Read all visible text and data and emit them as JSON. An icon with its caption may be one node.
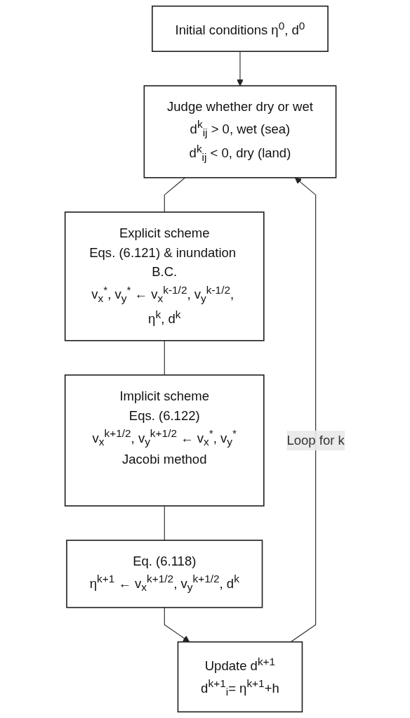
{
  "diagram": {
    "nodes": [
      {
        "text": [
          "Initial conditions η$^{0}$, d$^{0}$"
        ]
      },
      {
        "text": [
          "Judge whether dry or wet",
          "d$^{k}$$_{ij}$ > 0, wet (sea)",
          "d$^{k}$$_{ij}$ < 0, dry (land)"
        ]
      },
      {
        "text": [
          "Explicit scheme",
          "Eqs. (6.121) & inundation B.C.",
          "v$_{x}$$^{*}$, v$_{y}$$^{*}$ ← v$_{x}$$^{k-1/2}$, v$_{y}$$^{k-1/2}$, η$^{k}$, d$^{k}$"
        ]
      },
      {
        "text": [
          "Implicit scheme",
          "Eqs. (6.122)",
          "v$_{x}$$^{k+1/2}$, v$_{y}$$^{k+1/2}$ ← v$_{x}$$^{*}$, v$_{y}$$^{*}$",
          "Jacobi method"
        ]
      },
      {
        "text": [
          "Eq. (6.118)",
          "η$^{k+1}$ ← v$_{x}$$^{k+1/2}$, v$_{y}$$^{k+1/2}$, d$^{k}$"
        ]
      },
      {
        "text": [
          "Update d$^{k+1}$",
          "d$^{k+1}$$_{i}$= η$^{k+1}$+h"
        ]
      }
    ],
    "edges": [
      {
        "from": 0,
        "to": 1,
        "arrow": "to"
      },
      {
        "from": 1,
        "to": 2,
        "arrow": "none"
      },
      {
        "from": 2,
        "to": 3,
        "arrow": "none"
      },
      {
        "from": 3,
        "to": 4,
        "arrow": "none"
      },
      {
        "from": 4,
        "to": 5,
        "arrow": "to"
      },
      {
        "from": 5,
        "to": 1,
        "arrow": "to",
        "label": "Loop for k"
      }
    ]
  }
}
